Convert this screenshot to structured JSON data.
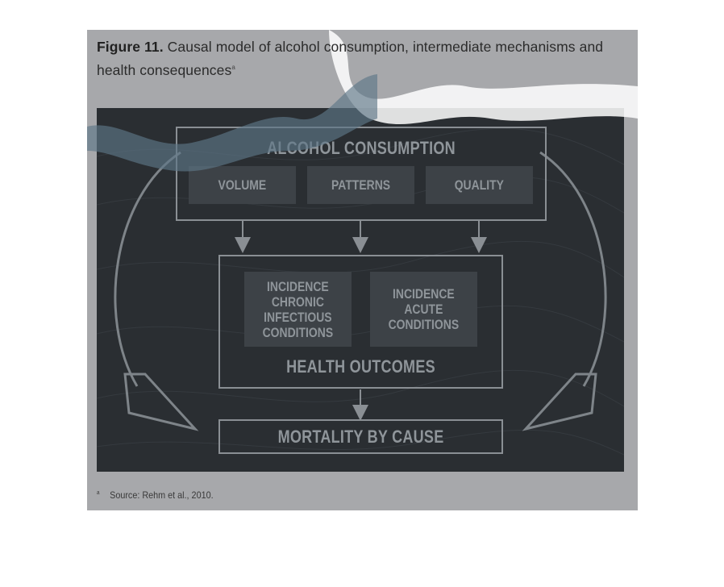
{
  "caption": {
    "figure_label": "Figure 11.",
    "text": "Causal model of alcohol consumption, intermediate mechanisms and health consequences",
    "marker": "a"
  },
  "diagram": {
    "consumption": {
      "title": "Alcohol consumption",
      "items": [
        "Volume",
        "Patterns",
        "Quality"
      ]
    },
    "health": {
      "title": "Health outcomes",
      "items": [
        "Incidence\nchronic\ninfectious\nconditions",
        "Incidence\nacute\nconditions"
      ]
    },
    "mortality": {
      "title": "Mortality by cause"
    }
  },
  "footnote": {
    "marker": "a",
    "text": "Source: Rehm et al., 2010."
  },
  "colors": {
    "diagram_bg": "#2a2e32",
    "box_border": "#8a8f94",
    "label": "#8f959a",
    "panel": "#a7a8ab"
  }
}
